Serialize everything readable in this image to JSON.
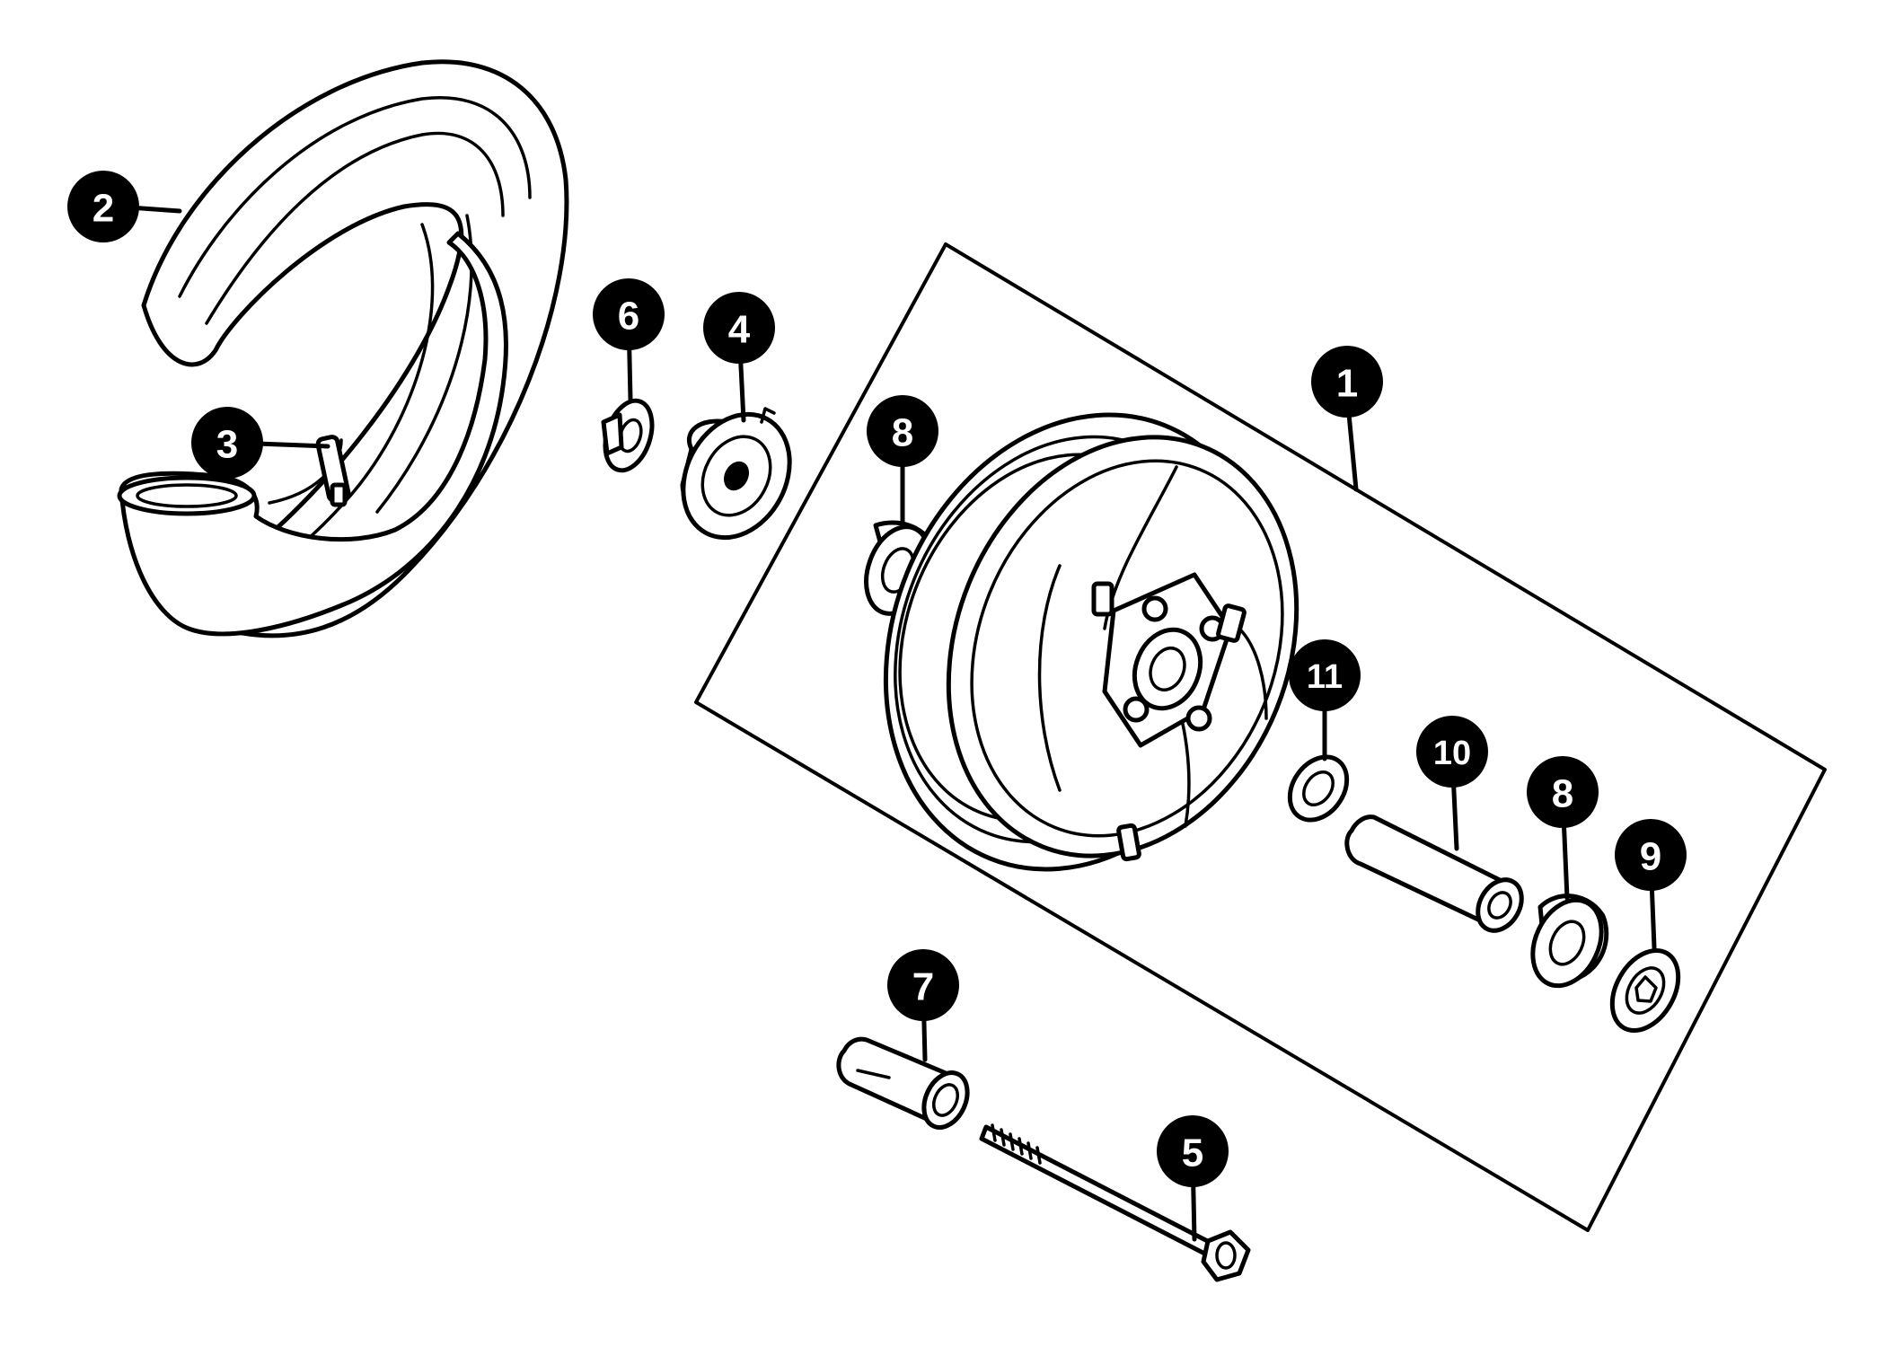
{
  "diagram": {
    "callouts": [
      {
        "id": "c1",
        "label": "1"
      },
      {
        "id": "c2",
        "label": "2"
      },
      {
        "id": "c3",
        "label": "3"
      },
      {
        "id": "c4",
        "label": "4"
      },
      {
        "id": "c5",
        "label": "5"
      },
      {
        "id": "c6",
        "label": "6"
      },
      {
        "id": "c7",
        "label": "7"
      },
      {
        "id": "c8a",
        "label": "8"
      },
      {
        "id": "c8b",
        "label": "8"
      },
      {
        "id": "c9",
        "label": "9"
      },
      {
        "id": "c10",
        "label": "10"
      },
      {
        "id": "c11",
        "label": "11"
      }
    ],
    "colors": {
      "ink": "#000000",
      "background": "#ffffff",
      "callout_text": "#ffffff"
    }
  }
}
